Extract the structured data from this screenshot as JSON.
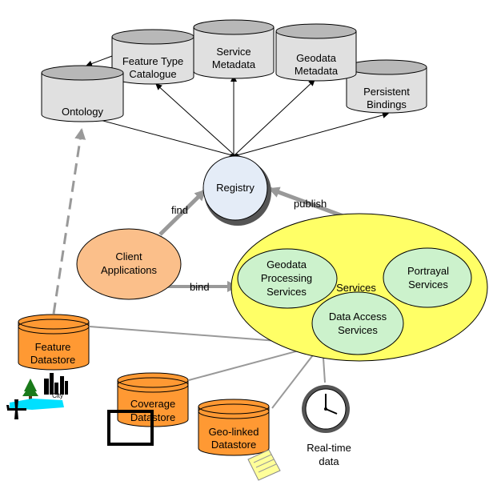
{
  "diagram": {
    "registry": "Registry",
    "client": [
      "Client",
      "Applications"
    ],
    "services_label": "Services",
    "services": {
      "geodata_processing": [
        "Geodata",
        "Processing",
        "Services"
      ],
      "portrayal": [
        "Portrayal",
        "Services"
      ],
      "data_access": [
        "Data Access",
        "Services"
      ]
    },
    "catalogs": {
      "ontology": "Ontology",
      "feature_type": [
        "Feature Type",
        "Catalogue"
      ],
      "service_metadata": [
        "Service",
        "Metadata"
      ],
      "geodata_metadata": [
        "Geodata",
        "Metadata"
      ],
      "persistent_bindings": [
        "Persistent",
        "Bindings"
      ]
    },
    "datastores": {
      "feature": [
        "Feature",
        "Datastore"
      ],
      "coverage": [
        "Coverage",
        "Datastore"
      ],
      "geolinked": [
        "Geo-linked",
        "Datastore"
      ]
    },
    "realtime": [
      "Real-time",
      "data"
    ],
    "edges": {
      "find": "find",
      "publish": "publish",
      "bind": "bind"
    },
    "city_label": "City",
    "colors": {
      "grey_cylinder": "#e0e0e0",
      "orange": "#ff9933",
      "registry_fill": "#e4ecf7",
      "client_fill": "#fbbf8a",
      "services_fill": "#ffff66",
      "subservice_fill": "#ccf2cc",
      "connector": "#999999"
    }
  }
}
